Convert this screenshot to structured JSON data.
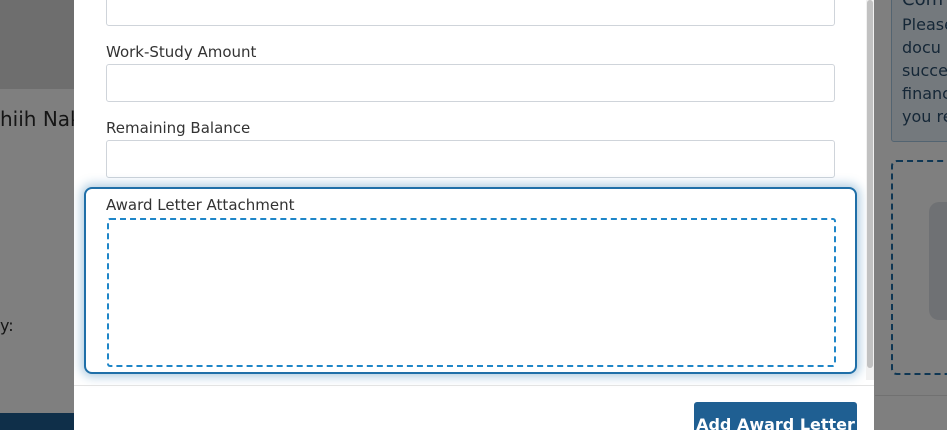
{
  "background": {
    "name_text": "hiih Nak",
    "small_text": "y:",
    "right_card": {
      "title": "Com",
      "lines": [
        "Please",
        "docu",
        "succe",
        "financ",
        "you re"
      ]
    }
  },
  "modal": {
    "fields": [
      {
        "label": "",
        "value": ""
      },
      {
        "label": "Work-Study Amount",
        "value": ""
      },
      {
        "label": "Remaining Balance",
        "value": ""
      }
    ],
    "attachment": {
      "label": "Award Letter Attachment"
    },
    "primary_button_label": "Add Award Letter"
  },
  "colors": {
    "accent": "#1f5f92",
    "focus_ring": "#1f6fa8",
    "dropzone_border": "#1f86c8"
  }
}
